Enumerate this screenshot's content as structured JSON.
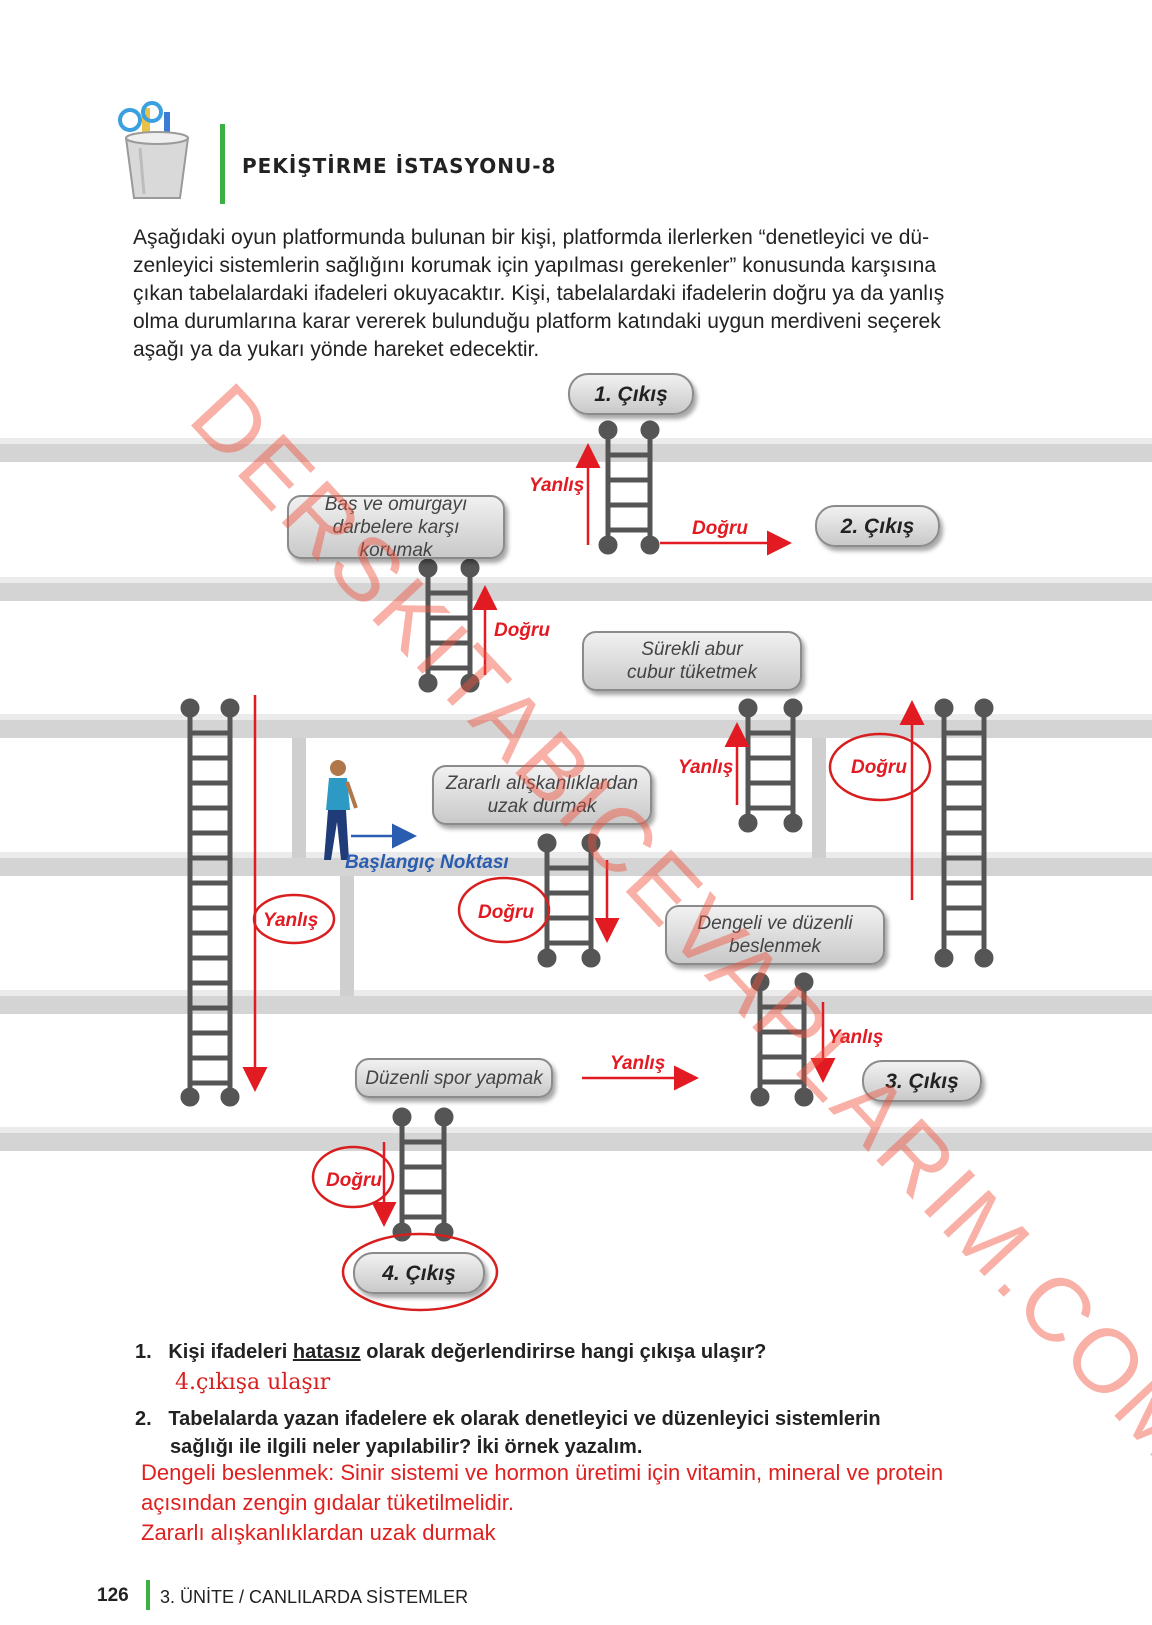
{
  "header": {
    "title": "PEKİŞTİRME İSTASYONU-8",
    "icon": "pencil-cup-icon"
  },
  "intro": {
    "lines": [
      "Aşağıdaki oyun platformunda bulunan bir kişi, platformda ilerlerken “denetleyici ve dü-",
      "zenleyici sistemlerin sağlığını korumak için yapılması gerekenler” konusunda karşısına",
      "çıkan tabelalardaki ifadeleri okuyacaktır. Kişi, tabelalardaki ifadelerin doğru ya da yanlış",
      "olma durumlarına karar vererek bulunduğu platform katındaki uygun merdiveni seçerek",
      "aşağı ya da yukarı yönde hareket edecektir."
    ]
  },
  "diagram": {
    "exit1": "1. Çıkış",
    "exit2": "2. Çıkış",
    "exit3": "3. Çıkış",
    "exit4": "4. Çıkış",
    "sign_bas": [
      "Baş ve omurgayı",
      "darbelere karşı korumak"
    ],
    "sign_surekli": [
      "Sürekli abur",
      "cubur tüketmek"
    ],
    "sign_zararli": [
      "Zararlı alışkanlıklardan",
      "uzak durmak"
    ],
    "sign_dengeli": [
      "Dengeli ve düzenli",
      "beslenmek"
    ],
    "sign_spor": "Düzenli spor yapmak",
    "start": "Başlangıç Noktası",
    "yanlis": "Yanlış",
    "dogru": "Doğru",
    "colors": {
      "arrow_red": "#e21b23",
      "arrow_blue": "#2a5db0",
      "platform": "#d4d4d4"
    }
  },
  "questions": {
    "q1_num": "1.",
    "q1_before": "Kişi ifadeleri",
    "q1_underlined": "hatasız",
    "q1_after": "olarak değerlendirirse hangi çıkışa ulaşır?",
    "a1": "4.çıkışa ulaşır",
    "q2_num": "2.",
    "q2_line1": "Tabelalarda yazan ifadelere ek olarak denetleyici ve düzenleyici sistemlerin",
    "q2_line2": "sağlığı ile ilgili neler yapılabilir? İki örnek yazalım.",
    "a2_line1": "Dengeli beslenmek: Sinir sistemi ve hormon üretimi için vitamin, mineral ve protein",
    "a2_line2": "açısından zengin gıdalar tüketilmelidir.",
    "a2_line3": "Zararlı alışkanlıklardan uzak durmak"
  },
  "watermark": "DERSKITABICEVAPLARIM.COM",
  "footer": {
    "page": "126",
    "unit": "3. ÜNİTE / CANLILARDA SİSTEMLER"
  }
}
